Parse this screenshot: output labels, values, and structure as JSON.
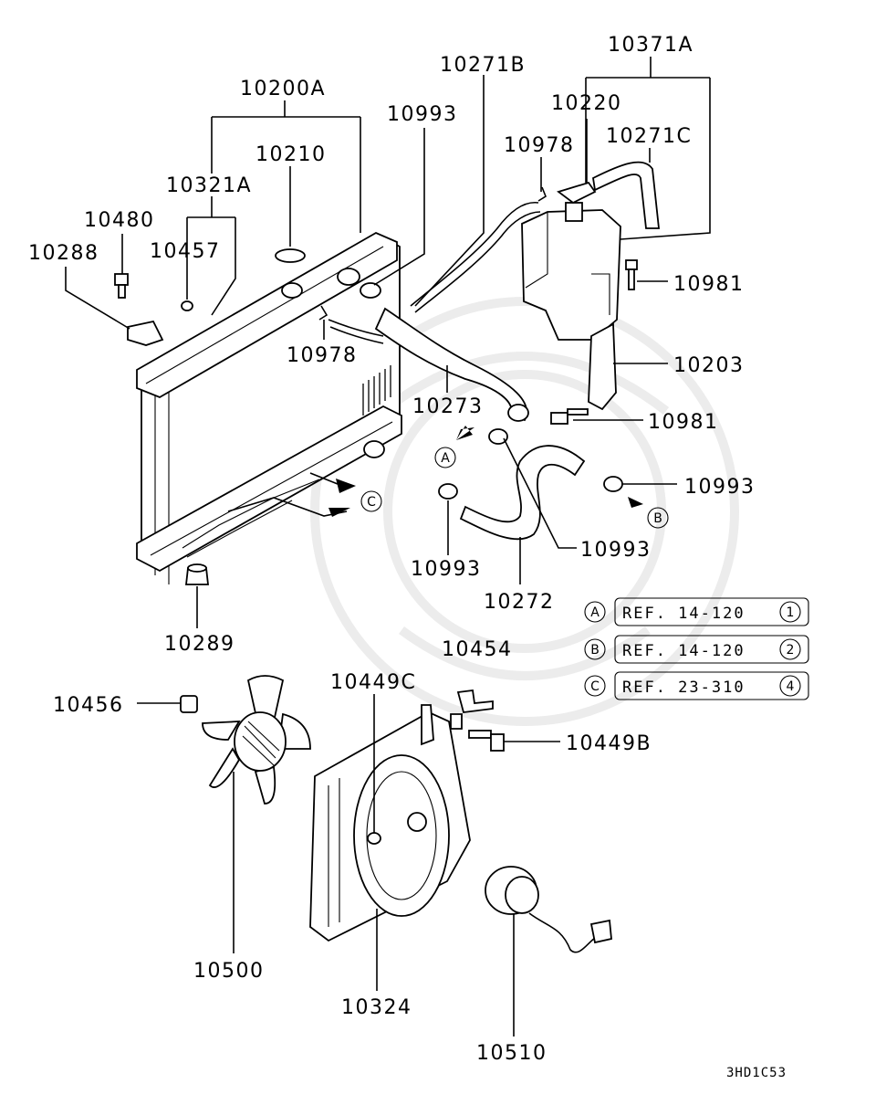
{
  "diagram": {
    "part_labels": {
      "p10200A": "10200A",
      "p10210": "10210",
      "p10321A": "10321A",
      "p10480": "10480",
      "p10457": "10457",
      "p10288": "10288",
      "p10978a": "10978",
      "p10978b": "10978",
      "p10993a": "10993",
      "p10993b": "10993",
      "p10993c": "10993",
      "p10993d": "10993",
      "p10271B": "10271B",
      "p10371A": "10371A",
      "p10220": "10220",
      "p10271C": "10271C",
      "p10981a": "10981",
      "p10981b": "10981",
      "p10203": "10203",
      "p10273": "10273",
      "p10272": "10272",
      "p10289": "10289",
      "p10454": "10454",
      "p10449C": "10449C",
      "p10449B": "10449B",
      "p10456": "10456",
      "p10500": "10500",
      "p10324": "10324",
      "p10510": "10510"
    },
    "callouts": {
      "a": "A",
      "b": "B",
      "c": "C"
    },
    "references": [
      {
        "key": "A",
        "text": "REF. 14-120",
        "num": "1"
      },
      {
        "key": "B",
        "text": "REF. 14-120",
        "num": "2"
      },
      {
        "key": "C",
        "text": "REF. 23-310",
        "num": "4"
      }
    ],
    "drawing_code": "3HD1C53"
  }
}
